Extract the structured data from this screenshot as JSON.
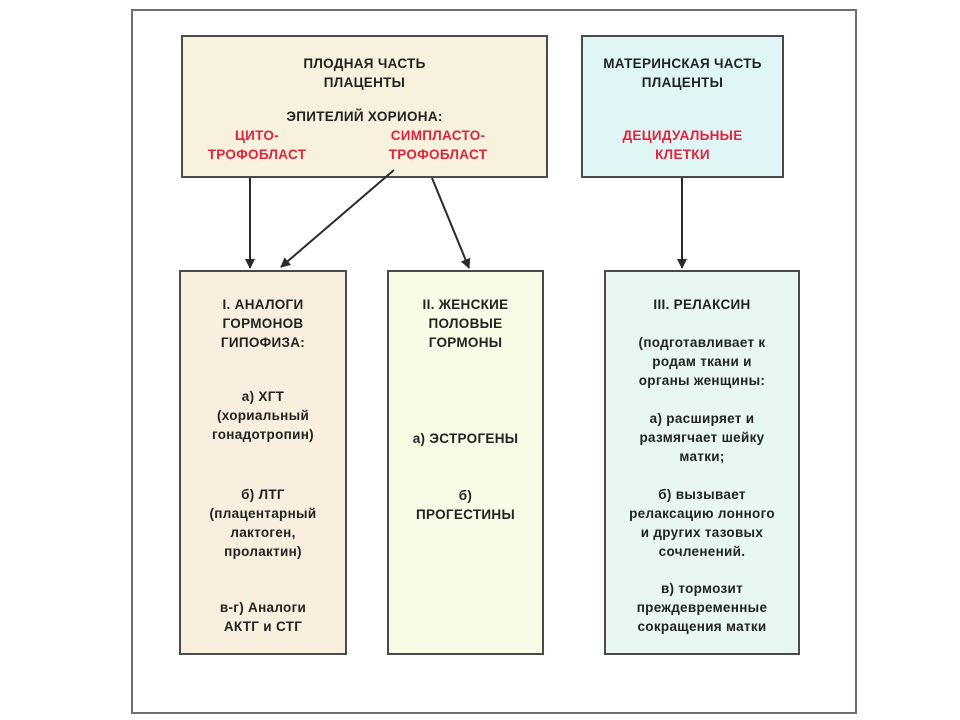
{
  "fetal": {
    "title": [
      "ПЛОДНАЯ ЧАСТЬ",
      "ПЛАЦЕНТЫ"
    ],
    "epithelium": "ЭПИТЕЛИЙ ХОРИОНА:",
    "cyto": [
      "ЦИТО-",
      "ТРОФОБЛАСТ"
    ],
    "syncytio": [
      "СИМПЛАСТО-",
      "ТРОФОБЛАСТ"
    ]
  },
  "maternal": {
    "title": [
      "МАТЕРИНСКАЯ ЧАСТЬ",
      "ПЛАЦЕНТЫ"
    ],
    "cells": [
      "ДЕЦИДУАЛЬНЫЕ",
      "КЛЕТКИ"
    ]
  },
  "col1": {
    "title": [
      "I. АНАЛОГИ",
      "ГОРМОНОВ",
      "ГИПОФИЗА:"
    ],
    "a": [
      "а) ХГТ",
      "(хориальный",
      "гонадотропин)"
    ],
    "b": [
      "б) ЛТГ",
      "(плацентарный",
      "лактоген,",
      "пролактин)"
    ],
    "c": [
      "в-г) Аналоги",
      "АКТГ и СТГ"
    ]
  },
  "col2": {
    "title": [
      "II. ЖЕНСКИЕ",
      "ПОЛОВЫЕ",
      "ГОРМОНЫ"
    ],
    "a": [
      "а) ЭСТРОГЕНЫ"
    ],
    "b": [
      "б)",
      "ПРОГЕСТИНЫ"
    ]
  },
  "col3": {
    "title": [
      "III. РЕЛАКСИН"
    ],
    "note": [
      "(подготавливает к",
      "родам ткани и",
      "органы женщины:"
    ],
    "a": [
      "а) расширяет и",
      "размягчает шейку",
      "матки;"
    ],
    "b": [
      "б) вызывает",
      "релаксацию лонного",
      "и других тазовых",
      "сочленений."
    ],
    "c": [
      "в) тормозит",
      "преждевременные",
      "сокращения матки"
    ]
  },
  "colors": {
    "accent_red": "#e0243c",
    "fetal_bg": "#f7f1de",
    "maternal_bg": "#e0f6f6",
    "col1_bg": "#f8efdf",
    "col2_bg": "#f8fbe6",
    "col3_bg": "#e8f7f1"
  }
}
